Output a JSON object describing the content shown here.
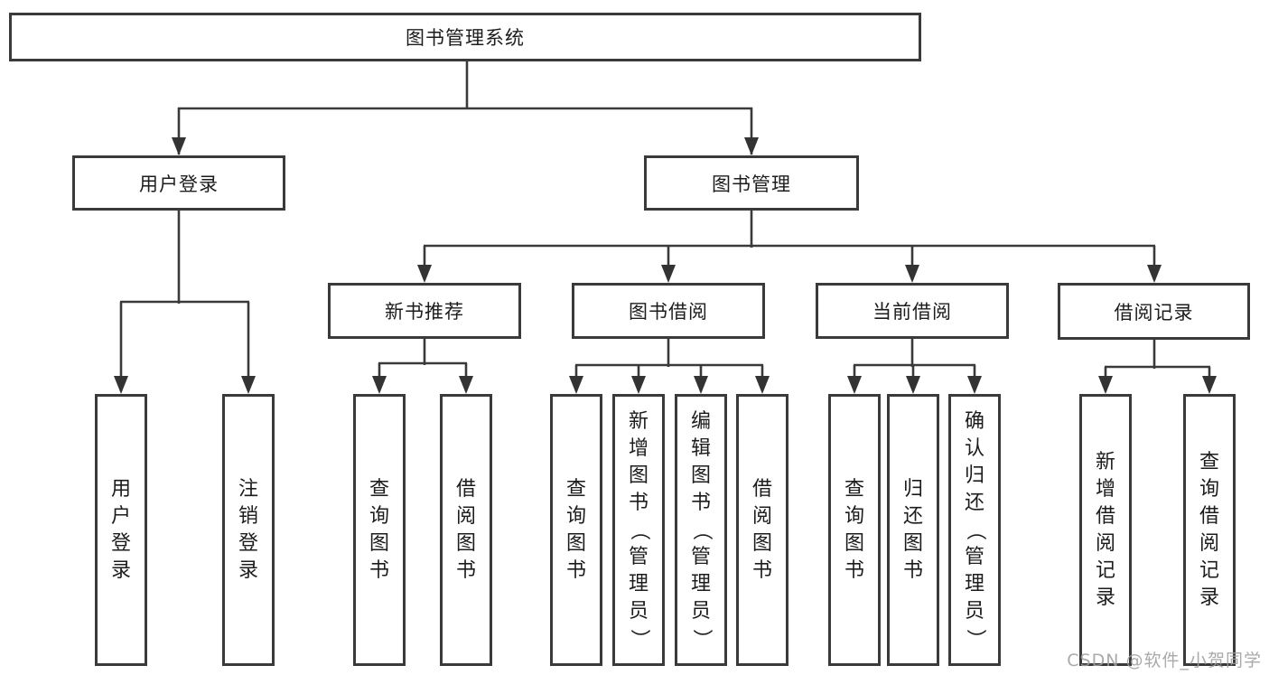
{
  "tree": {
    "root": {
      "label": "图书管理系统"
    },
    "level2": [
      {
        "label": "用户登录",
        "children": [
          "用户登录",
          "注销登录"
        ]
      },
      {
        "label": "图书管理"
      }
    ],
    "level3": [
      {
        "label": "新书推荐",
        "children": [
          "查询图书",
          "借阅图书"
        ]
      },
      {
        "label": "图书借阅",
        "children": [
          "查询图书",
          "新增图书（管理员）",
          "编辑图书（管理员）",
          "借阅图书"
        ]
      },
      {
        "label": "当前借阅",
        "children": [
          "查询图书",
          "归还图书",
          "确认归还（管理员）"
        ]
      },
      {
        "label": "借阅记录",
        "children": [
          "新增借阅记录",
          "查询借阅记录"
        ]
      }
    ]
  },
  "watermark": "CSDN @软件_小贺同学",
  "colors": {
    "line": "#3a3a3a",
    "box_border": "#3a3a3a",
    "box_fill": "#ffffff",
    "text": "#1c1c1c",
    "watermark": "#9e9e9e",
    "background": "#ffffff"
  }
}
